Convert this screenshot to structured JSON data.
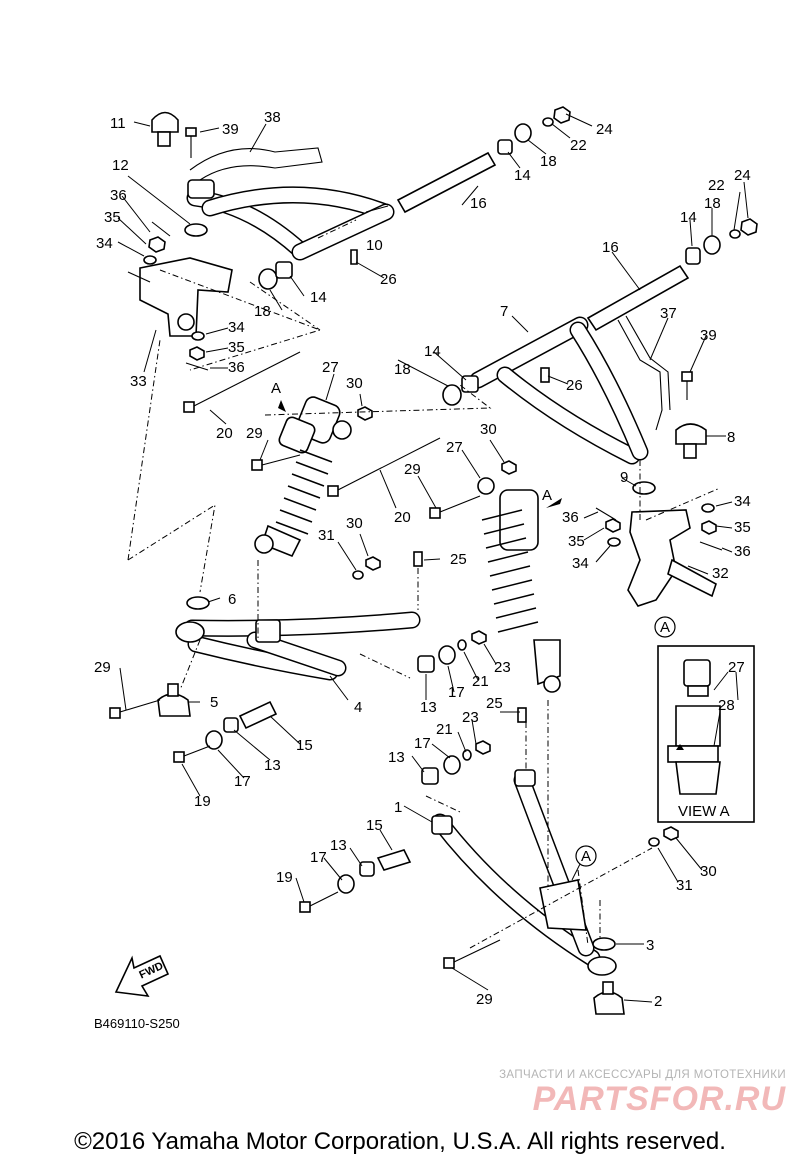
{
  "diagram": {
    "code": "B469110-S250",
    "fwd_label": "FWD",
    "view_a_title": "VIEW A",
    "arrow_letter": "A",
    "callouts": [
      "1",
      "2",
      "3",
      "4",
      "5",
      "6",
      "7",
      "8",
      "9",
      "10",
      "11",
      "12",
      "13",
      "14",
      "15",
      "16",
      "17",
      "18",
      "19",
      "20",
      "21",
      "22",
      "23",
      "24",
      "25",
      "26",
      "27",
      "28",
      "29",
      "30",
      "31",
      "32",
      "33",
      "34",
      "35",
      "36",
      "37",
      "38",
      "39"
    ]
  },
  "footer": {
    "copyright": "©2016 Yamaha Motor Corporation, U.S.A. All rights reserved."
  },
  "watermark": {
    "tagline": "ЗАПЧАСТИ И АКСЕССУАРЫ ДЛЯ МОТОТЕХНИКИ",
    "logo": "PARTSFOR.RU"
  }
}
